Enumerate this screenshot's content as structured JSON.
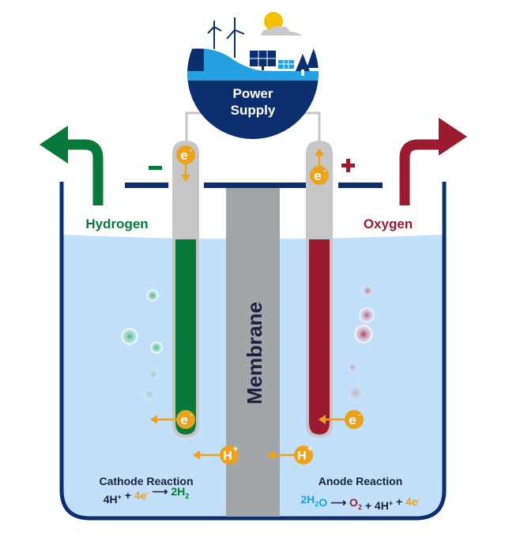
{
  "power_supply": {
    "line1": "Power",
    "line2": "Supply"
  },
  "terminals": {
    "negative": "–",
    "positive": "+"
  },
  "gases": {
    "left": "Hydrogen",
    "right": "Oxygen"
  },
  "membrane": {
    "label": "Membrane"
  },
  "particles": {
    "electron": "e",
    "electron_charge": "-",
    "proton": "H",
    "proton_charge": "+"
  },
  "cathode": {
    "title": "Cathode Reaction",
    "equation": [
      {
        "text": "4H",
        "role": "dark"
      },
      {
        "text": "+",
        "role": "dark",
        "sup": true
      },
      {
        "text": " + ",
        "role": "dark"
      },
      {
        "text": "4e",
        "role": "electron"
      },
      {
        "text": "-",
        "role": "electron",
        "sup": true
      },
      {
        "text": " ⟶ ",
        "role": "dark"
      },
      {
        "text": "2H",
        "role": "hydrogen"
      },
      {
        "text": "2",
        "role": "hydrogen",
        "sub": true
      }
    ]
  },
  "anode": {
    "title": "Anode Reaction",
    "equation": [
      {
        "text": "2H",
        "role": "water"
      },
      {
        "text": "2",
        "role": "water",
        "sub": true
      },
      {
        "text": "O",
        "role": "water"
      },
      {
        "text": " ⟶ ",
        "role": "dark"
      },
      {
        "text": "O",
        "role": "oxygen"
      },
      {
        "text": "2",
        "role": "oxygen",
        "sub": true
      },
      {
        "text": " + 4H",
        "role": "dark"
      },
      {
        "text": "+",
        "role": "dark",
        "sup": true
      },
      {
        "text": " + ",
        "role": "dark"
      },
      {
        "text": "4e",
        "role": "electron"
      },
      {
        "text": "-",
        "role": "electron",
        "sup": true
      }
    ]
  },
  "colors": {
    "navy": "#0b2f6e",
    "hydrogen_green": "#077a3b",
    "oxygen_red": "#9a1b30",
    "electron_orange": "#eba21c",
    "water": "#c2e0fa",
    "membrane_gray": "#a3a6a9",
    "electrode_gray": "#c6c6c6",
    "water_blue_text": "#1aa3e0",
    "dark_text": "#1b2240"
  }
}
